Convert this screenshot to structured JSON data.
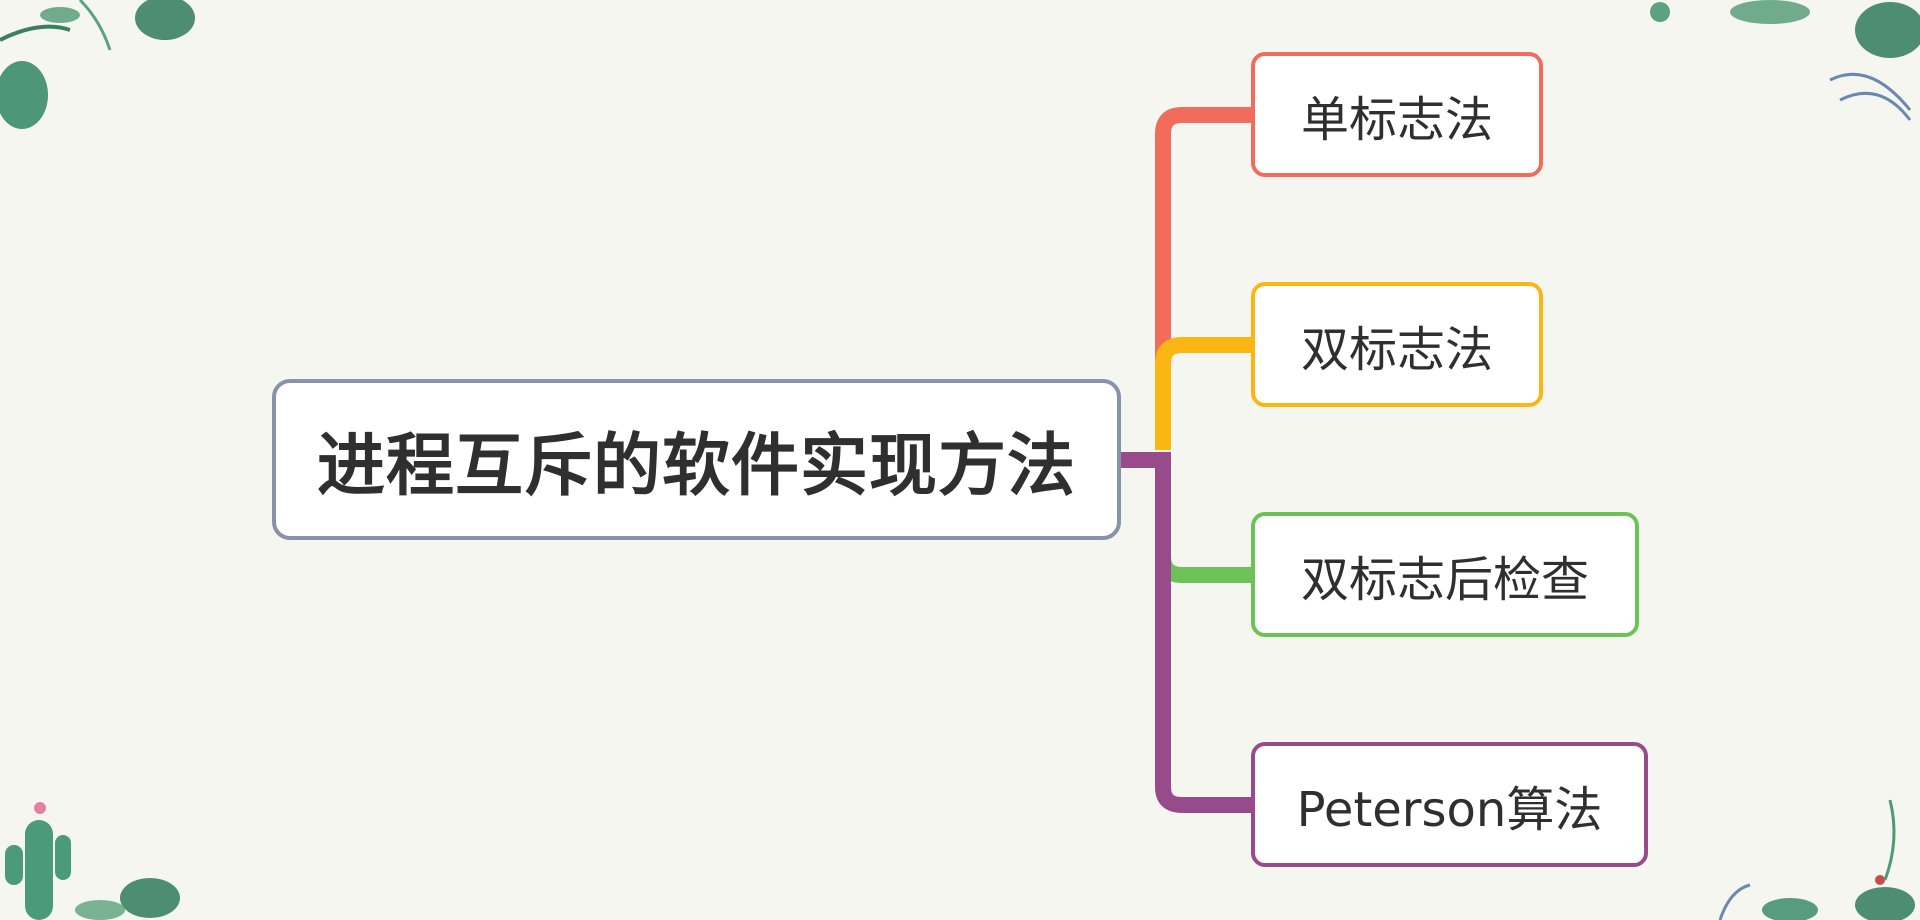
{
  "mindmap": {
    "root": {
      "label": "进程互斥的软件实现方法",
      "color": "#8793a9"
    },
    "branches": [
      {
        "label": "单标志法",
        "color": "#f26c5b"
      },
      {
        "label": "双标志法",
        "color": "#fbb613"
      },
      {
        "label": "双标志后检查",
        "color": "#6cc257"
      },
      {
        "label": "Peterson算法",
        "color": "#984b8b"
      }
    ]
  },
  "decorations": [
    "leaf-top-left",
    "leaf-top-right",
    "cactus-bottom-left",
    "leaf-bottom-right"
  ]
}
